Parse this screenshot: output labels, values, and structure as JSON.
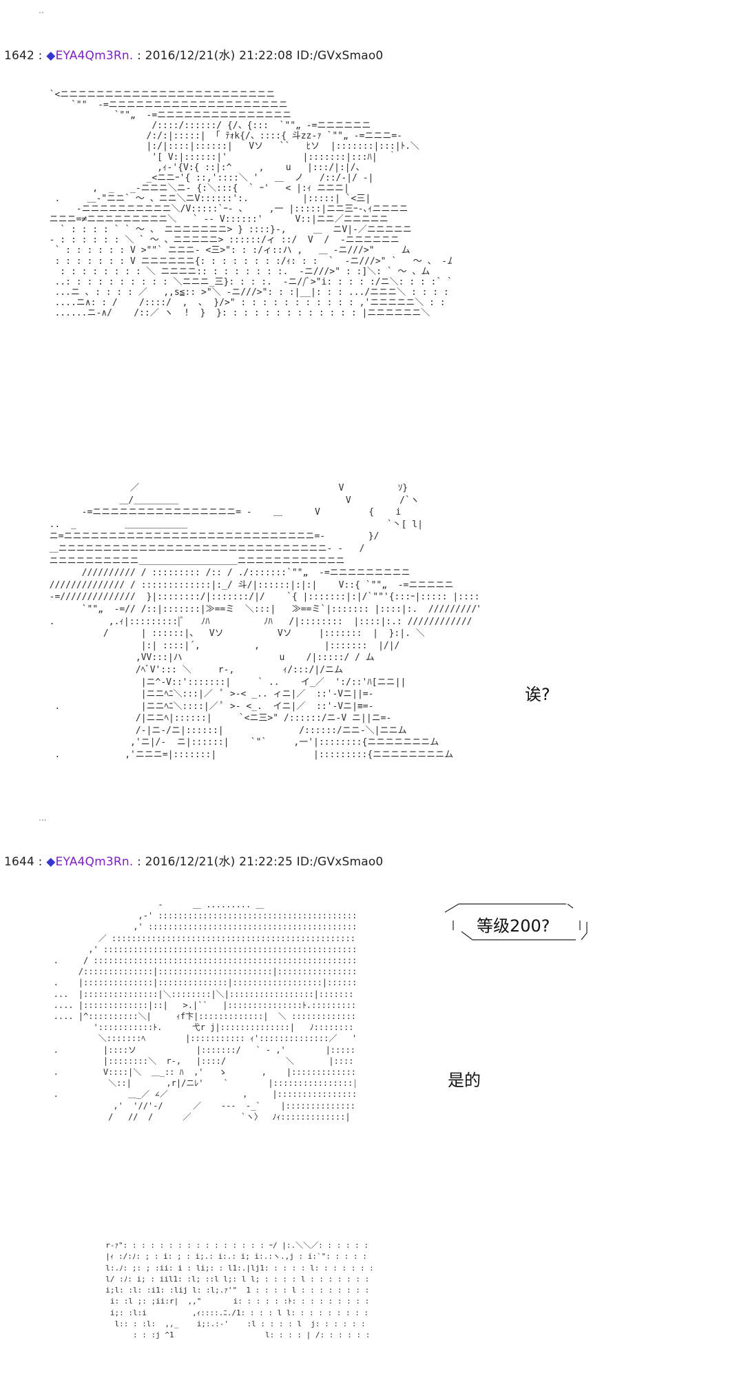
{
  "page": {
    "top_dots": "..",
    "mid_dots": "..."
  },
  "posts": [
    {
      "number": "1642",
      "sep": " : ",
      "trip_mark": "◆",
      "trip": "EYA4Qm3Rn.",
      "meta": " : 2016/12/21(水) 21:22:08 ID:/GVxSmao0"
    },
    {
      "number": "1644",
      "sep": " : ",
      "trip_mark": "◆",
      "trip": "EYA4Qm3Rn.",
      "meta": " : 2016/12/21(水) 21:22:25 ID:/GVxSmao0"
    }
  ],
  "dialogue": {
    "line1": "诶?",
    "bubble": "等级200?",
    "line2": "是的"
  },
  "ascii_art": {
    "art1": "  `<ニニニニニニニニニニニニニニニニニニニニニニニニ\n      `\"\"  -=ニニニニニニニニニニニニニニニニニニニニ\n              `\"\"„  -=ニニニニニニニニニニニニニニニ\n                     /::::/::::::/ {/、{:::  `\"\"„ -=ニニニニニニ\n                    /:/:|:::::| 「 ﾃｫk{/、::::{ 斗zz-ｧ `\"\"„ -=ニニニ=-\n                    |:/|::::|::::::|   Vソ   ``   ﾋソ  |:::::::|:::|ﾄ.＼\n                     '[ V:|::::::|'              |:::::::|:::ﾊ|  ｀\n                      ,ｨ-'{V:{ ::|:^     ,    u   |:::/|:|/、\n                    _<ニニｰ'{ ::,'::::＼ '   ＿  ノ   /::/-|/ -|\n          ,  _   _-ニニニ＼ニ- {:＼:::{  ` ｰ'   < |:ｨ ニニニ|\n   .     ＿-\"ニニ` ～ 、ニニ＼ニV::::::':.          |:::::| `<三|\n       -ニニニニニニニニニニ＼/V:::::`ｰ- 、    ,一 |:::::|ニニ三ｰ-､ｨニニニニ\n  ニニニ=≠ニニニニニニニニニ＼   ` -- V::::::'      V::|ニニ／ニニニニニ\n    ` : : : : ` ` ～ 、 ニニニニニニニ> } ::::}-,     ＿  ニV|-／ニニニニニ\n  - : : : : : : ＼ ` ～ 、ニニニニニ> ::::::/ィ ::/  V  /  -ニニニニニニ\n   ` : : : : : : V >\"\"` ニニニ- <三>\": : :/ィ::ハ ,   ＿ -ニ///>\"     ム\n   : : : : : : : V ニニニニニニ{: : : : : : : :/ｨ: : :  `  -ニ///>\" `   ～ 、 -ム\n    : : : : : : : : ＼ ニニニニ:: : : : : : : :.  -ニ///>\" : :]＼: ` ～ 、ム\n   ..: : : : : : : : : : ＼ニニニ_三}: : : :.  -ニ//ﾞ>\"i: : : : :/ニ＼: : : :` ` 、}\n   ...ニ ､ : : : : ／   ,,s≦:: >\"＼ -ニ///>\": : :|__|: : : .../ニニニ＼ : : : :\n   ....ニ∧: : /    /::::/  ,  ､  }/>\" : : : : : : : : : : : ,'ニニニニニ＼ : :\n   ......ニ-∧/    /::／ ヽ  !  }  }: : : : : : : : : : : : : |ニニニニニニ＼",
    "art2": "                 ／                                     V          ｿ}\n               ＿/＿＿＿＿＿                               V         /`ヽ\n        -=ニニニニニニニニニニニニニニニニ= -    ＿      V         {    i\n  ..  _         ＿＿＿＿＿＿＿                                     `丶[ l|\n  ニ=ニニニニニニニニニニニニニニニニニニニニニニニニニニニニ=-        }/\n  ＿ニニニニニニニニニニニニニニニニニニニニニニニニニニニニニニ- -   /\n  ニニニニニニニニニニ＿＿＿＿＿＿＿＿＿＿＿ニニニニニニニニニニニニ\n        ////////// / ::::::::: /:: / ./:::::::`\"\"„  -=ニニニニニニニニニ\n  ////////////// / :::::::::::::|:_/ 斗/|::::::|:|:|    V::{ `\"\"„  -=ニニニニニ\n  -=//////////////  }|::::::::/|:::::::/|/    `{ |:::::::|:|/`\"\"'{:::ｰ|::::: |:::::|:|`\"\"„  -=ニニ\n        `\"\"„  -=// /::|:::::::|≫==ミ  ＼:::|   ≫==ミ`|::::::: |::::|:.  /////////\"\"„\n  .          ,.ｨ|:::::::::|ﾞ   ﾉﾊ          ﾉﾊ   /|::::::::  |::::|:.: ////////////\n            /      | ::::::|、  Vソ          Vソ     |:::::::  |  }:|. ＼\n                   |:| ::::|´,          ,            |:::::::  |/|/\n                  ,VV:::|ハ                  u    /|:::::/ / ム\n                  /ﾍﾞV'::: ＼     r-,         ｨ/:::/|/ニム\n                   |ニ^-V::':::::::|     ` ..    イ_／  ':/::'ﾊ[ニニ||\n                   |ニニﾍﾆ＼:::|／  ﾟ >-< _.. ィニ|／  ::'-Vニ||=-\n   .               |ニニﾍﾆ＼::::|／ ﾟ >- <_.  イニ|／  ::'-Vニ|≡=-\n                  /|ニニﾍ|::::::|     `<ニ三>\" /::::::/ニ-V ニ||ニ=-\n                  /-|ニ-/ニ|::::::|              /::::::/ニニ-＼|ニニム\n                 ,'ニ|/-  ニ|::::::|    `\"`     ,一'|::::::::{ニニニニニニニム\n   .            ,'ニニニ=|:::::::|                  |:::::::::{ニニニニニニニニム",
    "art3": "                        -      ＿ ......... ＿\n                    ,-' ::::::::::::::::::::::::::::::::::::::::` 、 ＿,.---- 、\n                   ,' ::::::::::::::::::::::::::::::::::::::::::::::::::::::::::::::::::＼\n            ／ :::::::::::::::::::::::::::::::::::::::::::::::::::::::::::::::::::::::::::::::::::::^\n          ,' ::::::::::::::::::::::::::::::::::::::::::::::::::::::::::::::::::::::::::::::::::::::::::::::\n   .     / :::::::::::::::::::::::::::::::::::::::::::::::::::::::::::::::::::::::::::::::::::::::::::::::::\n        /::::::::::::::|:::::::::::::::::::::::|::::::::::::::::::::::::::::::::::::::|::::::::::::::\n   .    |::::::::::::::|::::::::::::::|::::::::::::::::::|::::::::::::::::::::::::::::::|:::::::::::::::|\n   ...  |:::::::::::::::|＼::::::::|＼|:::::::::::::::::|:::::::::::::::::::::::::::::::|::::::::::::::|\n   .... |:::::::::::::|::|   >.|``   |:::::::::::::::ﾄ.:::::::::::::::::::::::::::|::::::::::::|\n   .... |^::::::::::＼|     ｨf卞|:::::::::::::|  ＼ :::::::::::::::::::::ﾊ\n           ':::::::::::ﾄ.      弋r j|::::::::::::::|   ﾉ:::::::::::::::::::^:::::::::::::::::::|\n            ＼:::::::ﾍ        |::::::::::: ｨ'::::::::::::::／   ':::::::::::::::::::|\n   .         |::::ソ            |:::::::/   ` - ,'        |:::::::::::::::::|\n             |::::::::＼  r-,   |::::/            ＼       |:::::::::::::::::|\n   .         V::::|＼  ＿_:: ﾊ  ,'   ゝ       ,    |:::::::::::::::::|\n              ＼::|       ,r|/ニﾚ'    `        |::::::::::::::::|\n   .              ＿_／ ∠／               ,     |::::::::::::::::|\n               ,'  '//'-/      ／    ---  -_`    |::::::::::::::::|\n              /   //  /      ／          `ヽ〉  ﾉｨ:::::::::::::|",
    "art4": "  r-ｧ\": : : : : : : : : : : : : : : : ｰ/ |:.＼＼／: : : : : : i.\n  |ｨ :/:ﾉ: ; : i: ; : i;.: i:.: i; i:.:ヽ.,j : i:`\": : : : : : : : i.\n  l:.ﾉ: ;: ; :ii: i : li;: : l1:.|lj1: : : : : l: : : : : : : : : : i\n  l/ :ﾉ: i; : iil1: :l; ::l l;: l l; : : : : l : : : : : : : : : : i\n  i;l: :l: :i1: :lij l: :l;.ｧ'\"  1 : : : : l : : : : : : : : : :\n   i: :l ;: ;ii:r|  ,,\"       i: : : : : :ﾄ: : : : : : : : : : j\n   i;: :l:i          ,ｨ::::.ﾆ./1: : : : l l: : : : : : : : : : i\n    l:: : :l:  ,,_    i;:.:-'    :l : : : : l  j: : : : : : : : j\n        : : :j ^1                    l: : : : | /: : : : : : : : j"
  }
}
